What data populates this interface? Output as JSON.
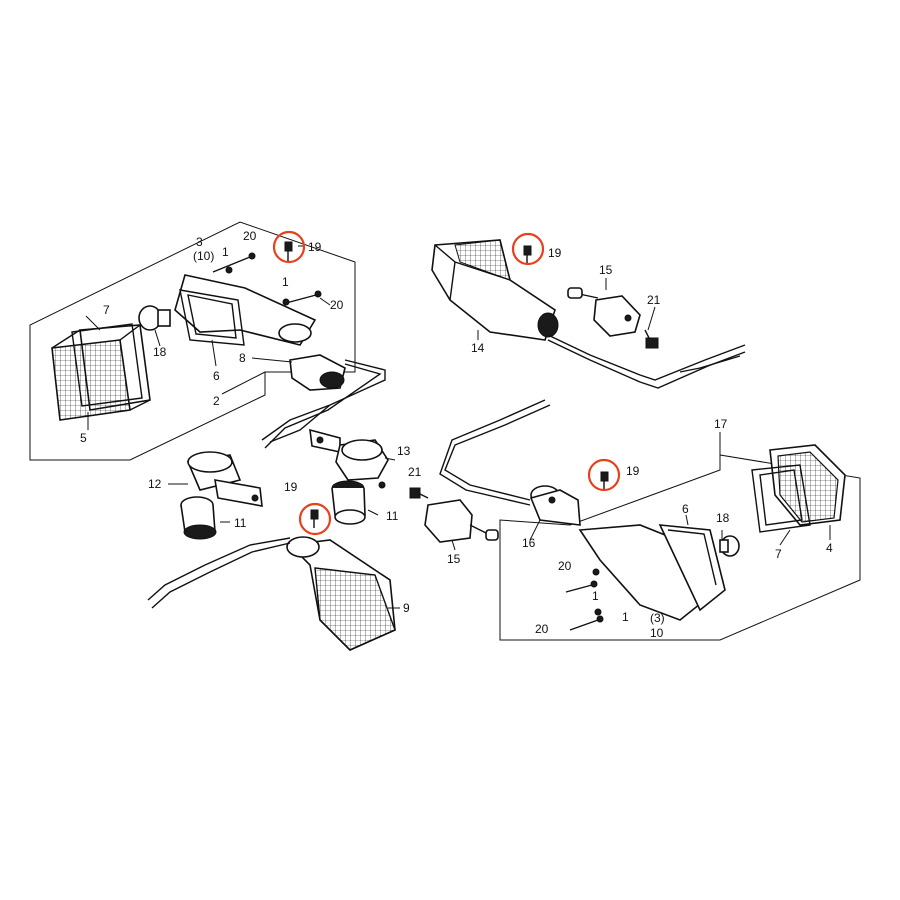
{
  "diagram": {
    "labels": {
      "l3_upper": "3",
      "l10_upper": "(10)",
      "l1_a": "1",
      "l20_a": "20",
      "l19_a": "19",
      "l1_b": "1",
      "l20_b": "20",
      "l7_left": "7",
      "l18_left": "18",
      "l6_left": "6",
      "l8": "8",
      "l5": "5",
      "l2": "2",
      "l19_b": "19",
      "l15_top": "15",
      "l21_top": "21",
      "l14": "14",
      "l13": "13",
      "l12": "12",
      "l11_left": "11",
      "l11_right": "11",
      "l19_c": "19",
      "l9": "9",
      "l21_mid": "21",
      "l15_mid": "15",
      "l16": "16",
      "l17": "17",
      "l19_d": "19",
      "l6_right": "6",
      "l18_right": "18",
      "l7_right": "7",
      "l4": "4",
      "l20_c": "20",
      "l1_c": "1",
      "l1_d": "1",
      "l20_d": "20",
      "l3_lower": "(3)",
      "l10_lower": "10"
    },
    "highlight_color": "#e8401c",
    "highlighted_part": "19"
  }
}
